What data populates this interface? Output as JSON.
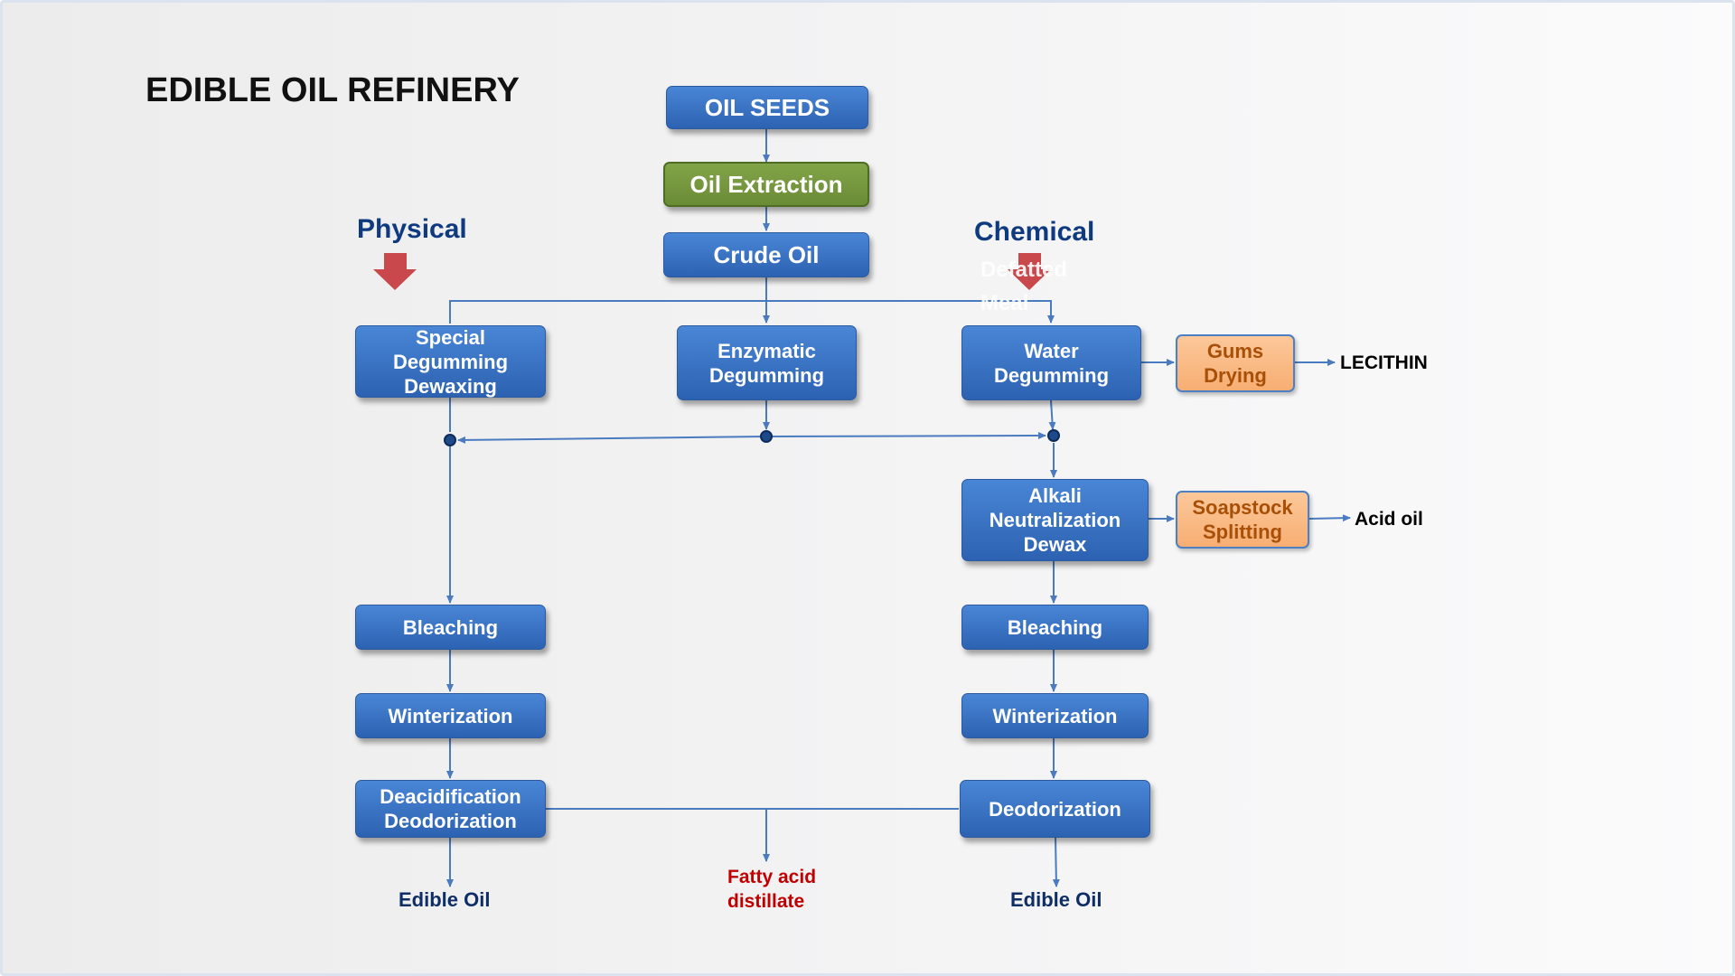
{
  "title": "EDIBLE OIL REFINERY",
  "methods": {
    "physical": "Physical",
    "chemical": "Chemical"
  },
  "hidden_label": "Defatted\nMeal",
  "top": {
    "oil_seeds": "OIL SEEDS",
    "oil_extraction": "Oil Extraction",
    "crude_oil": "Crude Oil"
  },
  "physical": {
    "degumming": "Special\nDegumming\nDewaxing",
    "bleaching": "Bleaching",
    "winterization": "Winterization",
    "deodorization": "Deacidification\nDeodorization",
    "output": "Edible Oil"
  },
  "enzymatic": {
    "degumming": "Enzymatic\nDegumming"
  },
  "chemical": {
    "degumming": "Water\nDegumming",
    "neutralization": "Alkali\nNeutralization\nDewax",
    "bleaching": "Bleaching",
    "winterization": "Winterization",
    "deodorization": "Deodorization",
    "output": "Edible Oil"
  },
  "side": {
    "gums": "Gums\nDrying",
    "gums_output": "LECITHIN",
    "soapstock": "Soapstock\nSplitting",
    "soapstock_output": "Acid oil"
  },
  "byproduct": "Fatty acid\ndistillate",
  "colors": {
    "process_box": "#3671c1",
    "extraction_box": "#76973f",
    "side_box": "#f9b884",
    "connector": "#4a7bc0",
    "method_arrow": "#c9484b",
    "byproduct_text": "#c00000"
  }
}
